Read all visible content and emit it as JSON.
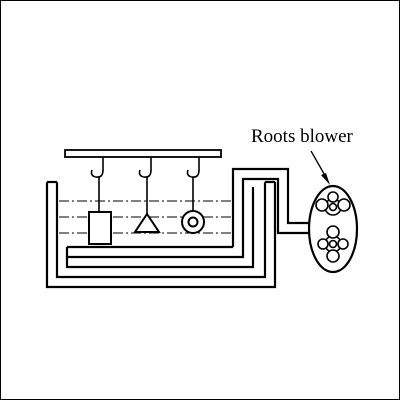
{
  "diagram": {
    "blower_label": "Roots blower",
    "line_color": "#000000",
    "background_color": "#ffffff",
    "liquid_line_style": "dash-dot",
    "parts": [
      "rectangle",
      "triangle",
      "ring"
    ]
  }
}
